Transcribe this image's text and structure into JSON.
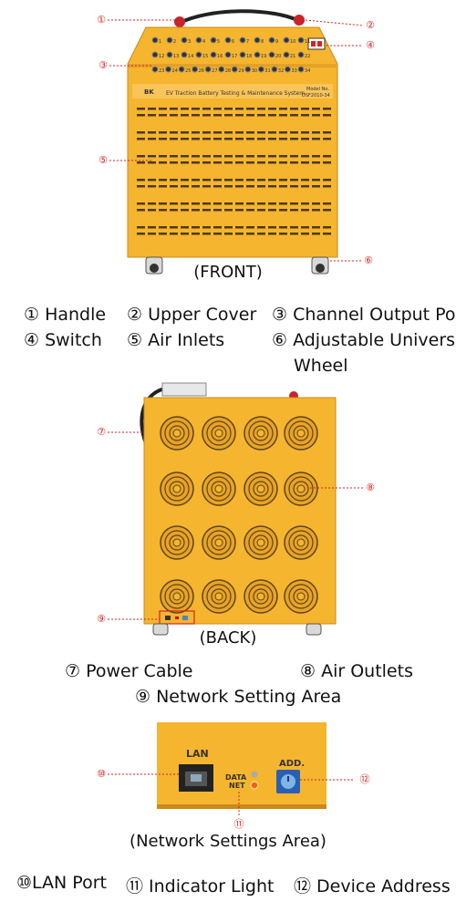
{
  "front": {
    "caption": "(FRONT)",
    "panel_title": "EV Traction Battery Testing & Maintenance System",
    "model_line1": "Model No.",
    "model_line2": "DSF2010-34",
    "channels": [
      "1",
      "2",
      "3",
      "4",
      "5",
      "6",
      "7",
      "8",
      "9",
      "10",
      "11",
      "12",
      "13",
      "14",
      "15",
      "16",
      "17",
      "18",
      "19",
      "20",
      "21",
      "22",
      "23",
      "24",
      "25",
      "26",
      "27",
      "28",
      "29",
      "30",
      "31",
      "32",
      "33",
      "34"
    ],
    "callouts": [
      "①",
      "②",
      "③",
      "④",
      "⑤",
      "⑥"
    ],
    "legend_row1": [
      "① Handle",
      "② Upper Cover",
      "③ Channel Output Po"
    ],
    "legend_row2": [
      "④ Switch",
      "⑤ Air Inlets",
      "⑥ Adjustable Univers"
    ],
    "legend_row3": "Wheel"
  },
  "back": {
    "caption": "(BACK)",
    "callouts": [
      "⑦",
      "⑧",
      "⑨"
    ],
    "legend_row1": [
      "⑦ Power Cable",
      "⑧ Air Outlets"
    ],
    "legend_row2": "⑨ Network Setting Area"
  },
  "network": {
    "caption": "(Network Settings Area)",
    "lan_label": "LAN",
    "data_label": "DATA",
    "net_label": "NET",
    "add_label": "ADD.",
    "callouts": [
      "⑩",
      "⑪",
      "⑫"
    ],
    "legend": [
      "⑩LAN Port",
      "⑪ Indicator Light",
      "⑫ Device Address"
    ]
  },
  "colors": {
    "cabinet": "#f6b52e",
    "cabinet_dark": "#d9951d",
    "callout": "#d42424"
  }
}
